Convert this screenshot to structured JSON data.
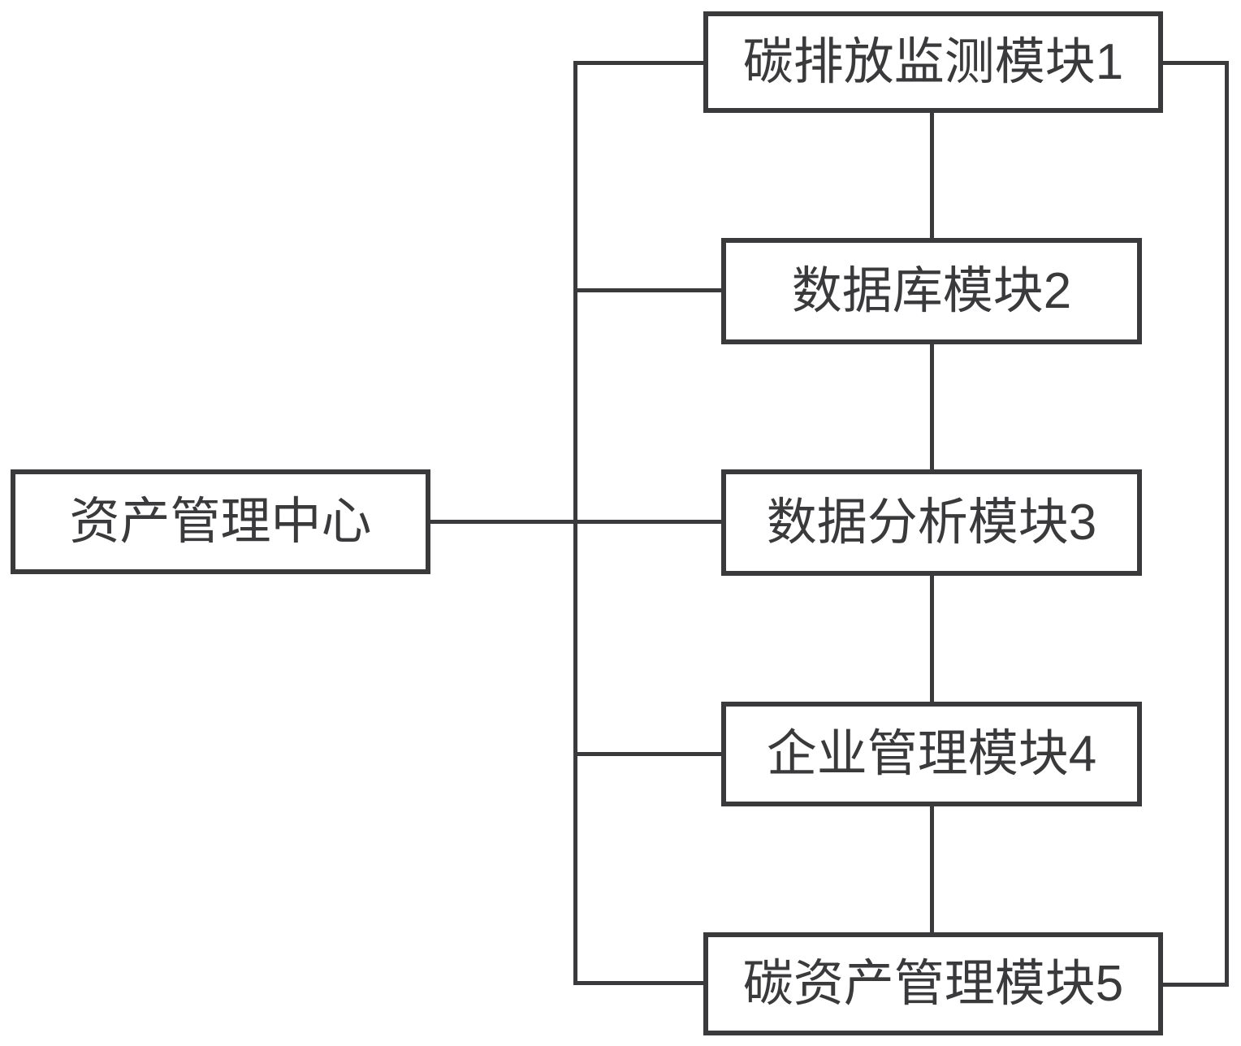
{
  "diagram": {
    "title": "carbon asset management system block diagram",
    "nodes": {
      "center": {
        "id": "center",
        "label": "资产管理中心"
      },
      "m1": {
        "id": "m1",
        "label": "碳排放监测模块1"
      },
      "m2": {
        "id": "m2",
        "label": "数据库模块2"
      },
      "m3": {
        "id": "m3",
        "label": "数据分析模块3"
      },
      "m4": {
        "id": "m4",
        "label": "企业管理模块4"
      },
      "m5": {
        "id": "m5",
        "label": "碳资产管理模块5"
      }
    },
    "edges": [
      {
        "from": "center",
        "to": "m1",
        "via": "left-trunk"
      },
      {
        "from": "center",
        "to": "m2",
        "via": "left-trunk"
      },
      {
        "from": "center",
        "to": "m3",
        "via": "left-trunk"
      },
      {
        "from": "center",
        "to": "m4",
        "via": "left-trunk"
      },
      {
        "from": "center",
        "to": "m5",
        "via": "left-trunk"
      },
      {
        "from": "m1",
        "to": "m2",
        "via": "middle-vertical"
      },
      {
        "from": "m2",
        "to": "m3",
        "via": "middle-vertical"
      },
      {
        "from": "m3",
        "to": "m4",
        "via": "middle-vertical"
      },
      {
        "from": "m4",
        "to": "m5",
        "via": "middle-vertical"
      },
      {
        "from": "m1",
        "to": "m5",
        "via": "right-bypass"
      }
    ],
    "colors": {
      "line": "#3a3a3c",
      "text": "#3a3a3c",
      "background": "#ffffff"
    }
  }
}
